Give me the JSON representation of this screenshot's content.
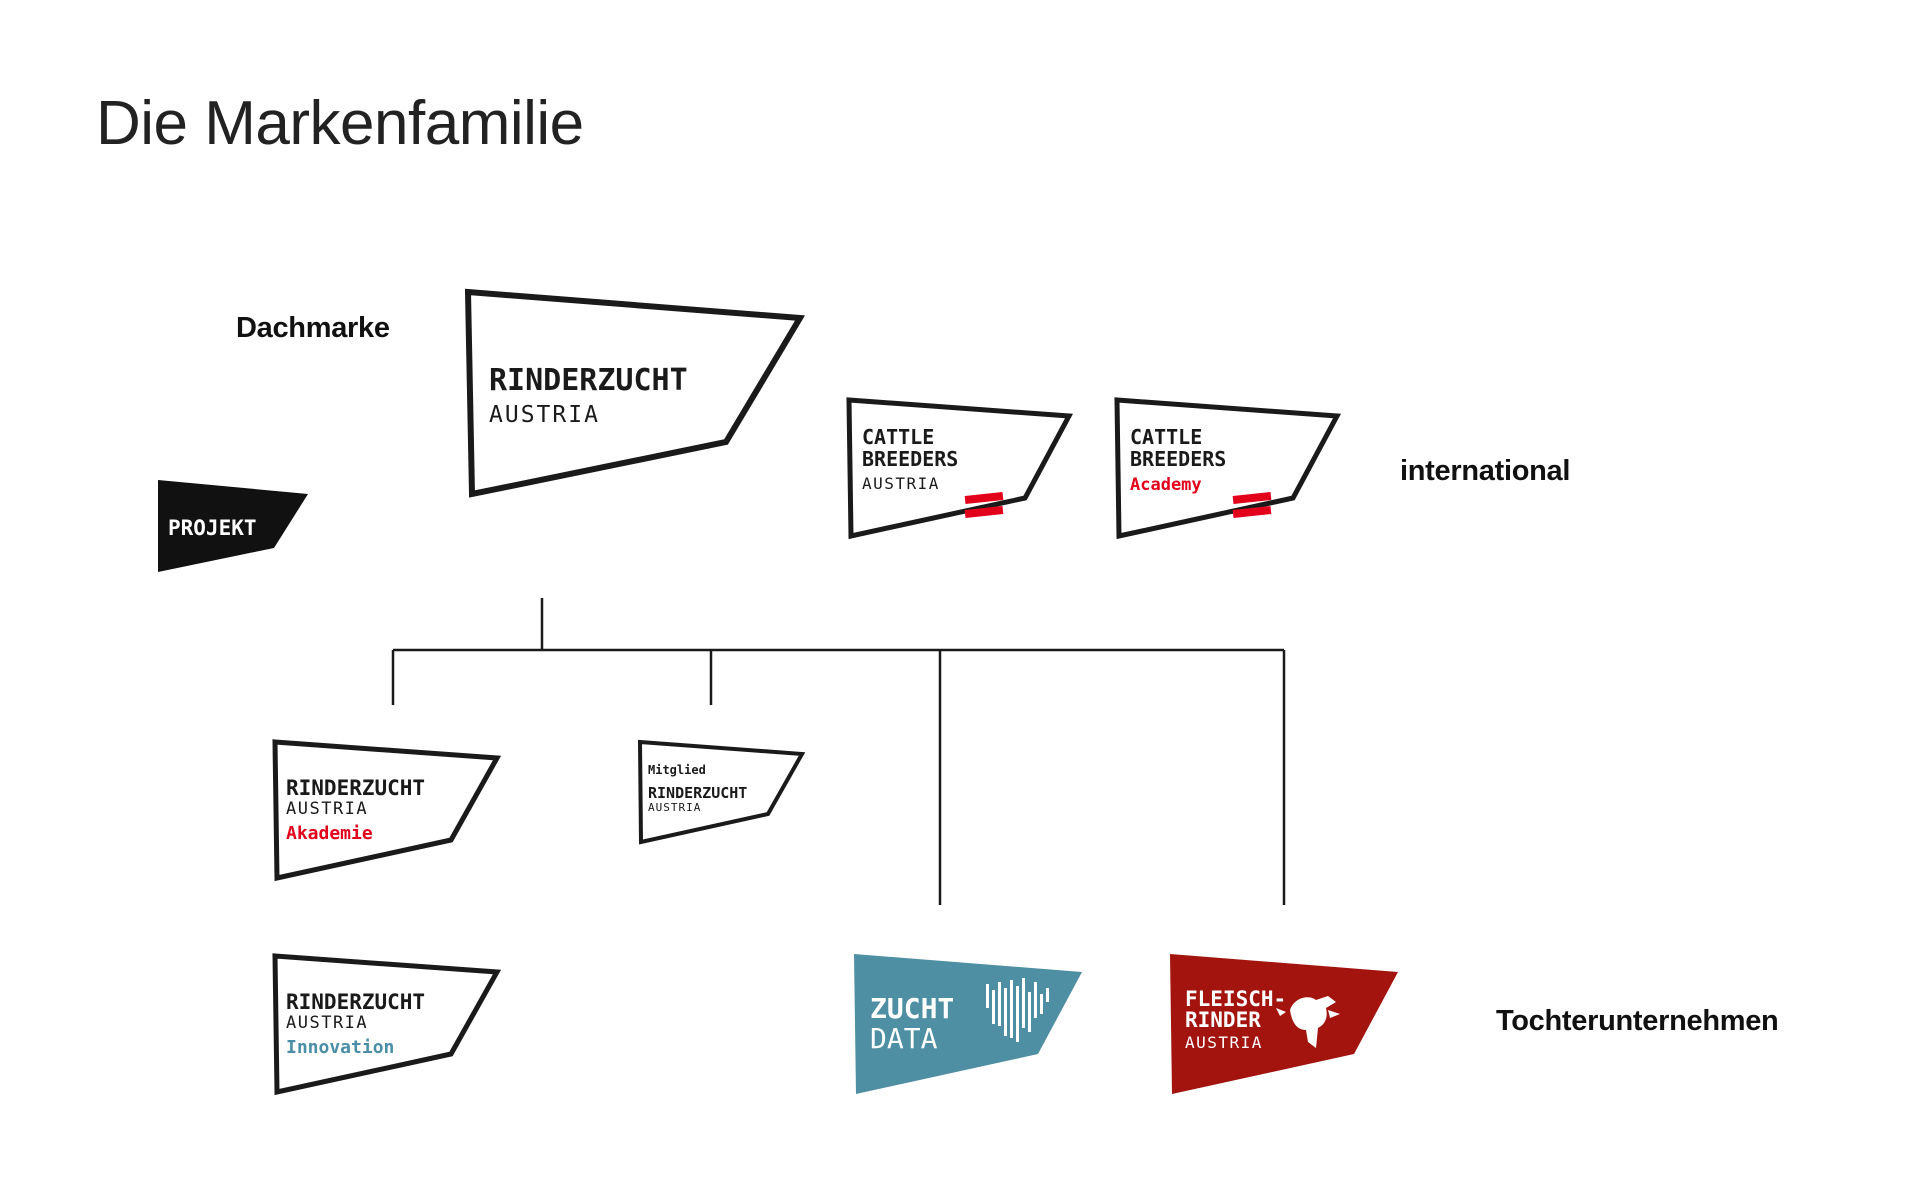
{
  "title": "Die Markenfamilie",
  "labels": {
    "dachmarke": "Dachmarke",
    "international": "international",
    "tochter": "Tochterunternehmen"
  },
  "colors": {
    "outline": "#1a1a1a",
    "red_accent": "#e2001a",
    "zucht_data_teal": "#4e8fa3",
    "fleischrinder_red": "#a3140e",
    "innovation_teal": "#4a8ea8"
  },
  "logos": {
    "projekt": {
      "text": "PROJEKT"
    },
    "rinderzucht_main": {
      "line1": "RINDERZUCHT",
      "line2": "AUSTRIA"
    },
    "cattle_breeders_austria": {
      "line1": "CATTLE",
      "line2": "BREEDERS",
      "line3": "AUSTRIA"
    },
    "cattle_breeders_academy": {
      "line1": "CATTLE",
      "line2": "BREEDERS",
      "line3": "Academy"
    },
    "akademie": {
      "line1": "RINDERZUCHT",
      "line2": "AUSTRIA",
      "line3": "Akademie"
    },
    "mitglied": {
      "line0": "Mitglied",
      "line1": "RINDERZUCHT",
      "line2": "AUSTRIA"
    },
    "innovation": {
      "line1": "RINDERZUCHT",
      "line2": "AUSTRIA",
      "line3": "Innovation"
    },
    "zucht_data": {
      "line1": "ZUCHT",
      "line2": "DATA"
    },
    "fleischrinder": {
      "line1": "FLEISCH-",
      "line2": "RINDER",
      "line3": "AUSTRIA"
    }
  }
}
